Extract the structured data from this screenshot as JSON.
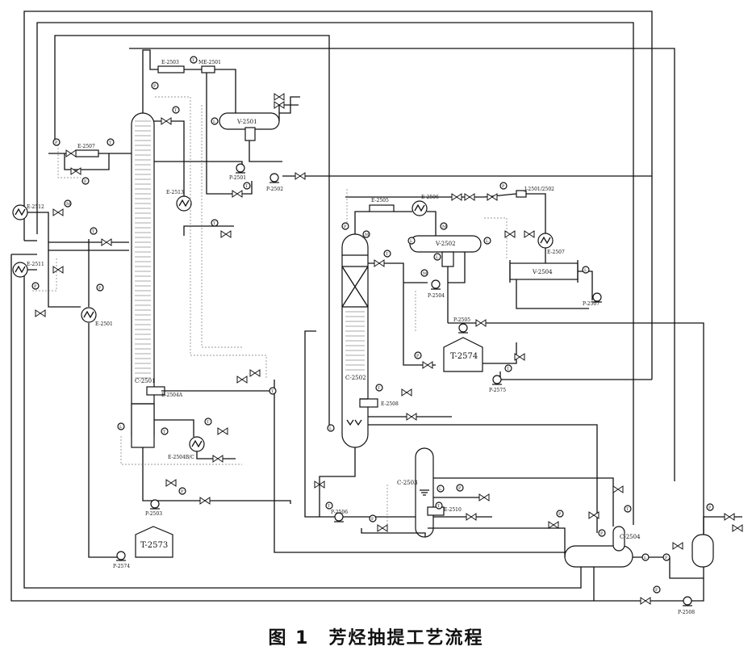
{
  "caption": "图 1　芳烃抽提工艺流程",
  "equipment": {
    "c2501": "C-2501",
    "c2502": "C-2502",
    "c2503": "C-2503",
    "c2504": "C-2504",
    "v2501": "V-2501",
    "v2502": "V-2502",
    "v2504": "V-2504",
    "t2573": "T-2573",
    "t2574": "T-2574",
    "e2501": "E-2501",
    "e2503": "E-2503",
    "e2504a": "E-2504A",
    "e2504bc": "E-2504B/C",
    "e2505": "E-2505",
    "e2506": "E-2506",
    "e2507": "E-2507",
    "e2508": "E-2508",
    "e2510": "E-2510",
    "e2511": "E-2511",
    "e2512": "E-2512",
    "e2513": "E-2513",
    "e2507b": "E-2507",
    "me2501": "ME-2501",
    "j2501": "J-2501/2502",
    "p2501": "P-2501",
    "p2502": "P-2502",
    "p2503": "P-2503",
    "p2504": "P-2504",
    "p2505": "P-2505",
    "p2506": "P-2506",
    "p2507": "P-2507",
    "p2508": "P-2508",
    "p2574": "P-2574",
    "p2575": "P-2575"
  },
  "instrument_letters": {
    "T": "T",
    "P": "P",
    "L": "L",
    "F": "F",
    "M": "M"
  }
}
